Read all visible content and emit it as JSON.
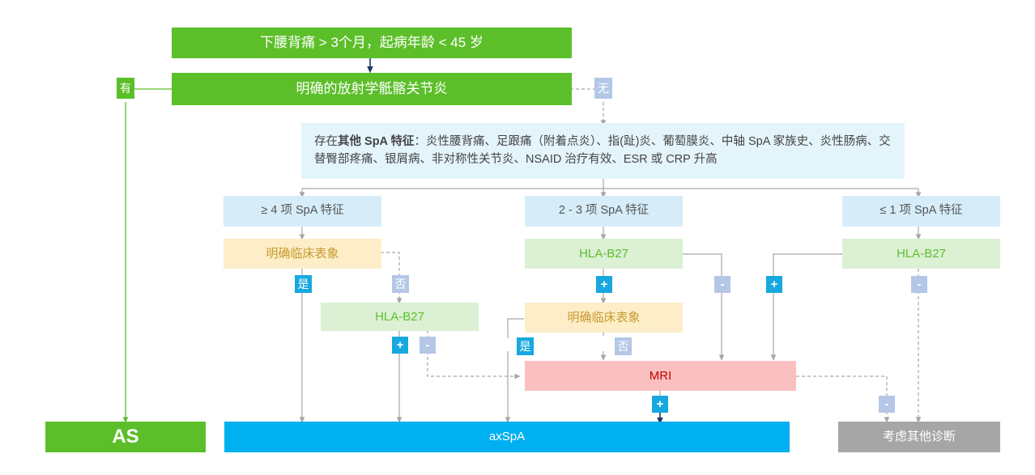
{
  "title": "axSpA diagnostic flowchart",
  "colors": {
    "green": "#5cbf2a",
    "info_bg": "#e4f4fb",
    "lightblue_bg": "#d6edf9",
    "cream_bg": "#fdeec8",
    "cream_text": "#c79a2d",
    "mint_bg": "#dcf0d4",
    "pink_bg": "#fac0c0",
    "pink_text": "#c00000",
    "cyan": "#00b0f0",
    "gray": "#a6a6a6",
    "badge_positive": "#18a8e0",
    "badge_negative": "#b4c7e7",
    "edge_solid": "#a6a6a6",
    "edge_green": "#5cbf2a",
    "edge_navy": "#1f3864"
  },
  "nodes": {
    "start": "下腰背痛 > 3个月，起病年龄 < 45 岁",
    "radiographic_sacroiliitis": "明确的放射学骶髂关节炎",
    "spa_features_prefix": "存在",
    "spa_features_bold": "其他 SpA 特征",
    "spa_features_rest": "：炎性腰背痛、足跟痛（附着点炎）、指(趾)炎、葡萄膜炎、中轴 SpA 家族史、炎性肠病、交替臀部疼痛、银屑病、非对称性关节炎、NSAID 治疗有效、ESR 或 CRP 升高",
    "branch_ge4": "≥ 4 项 SpA 特征",
    "branch_2to3": "2 - 3 项 SpA 特征",
    "branch_le1": "≤ 1 项 SpA 特征",
    "clinical_left": "明确临床表象",
    "clinical_mid": "明确临床表象",
    "hla_left": "HLA-B27",
    "hla_mid": "HLA-B27",
    "hla_right": "HLA-B27",
    "mri": "MRI",
    "as": "AS",
    "axspa": "axSpA",
    "other_dx": "考虑其他诊断"
  },
  "badges": {
    "has": "有",
    "none": "无",
    "yes": "是",
    "no": "否",
    "positive": "+",
    "negative": "-"
  },
  "badge_instances": [
    {
      "id": "has-radiographic",
      "label": "有",
      "kind": "green"
    },
    {
      "id": "no-radiographic",
      "label": "无",
      "kind": "neg"
    },
    {
      "id": "left-clinical-yes",
      "label": "是",
      "kind": "pos"
    },
    {
      "id": "left-clinical-no",
      "label": "否",
      "kind": "neg"
    },
    {
      "id": "left-hla-pos",
      "label": "+",
      "kind": "pos"
    },
    {
      "id": "left-hla-neg",
      "label": "-",
      "kind": "neg"
    },
    {
      "id": "mid-hla-pos",
      "label": "+",
      "kind": "pos"
    },
    {
      "id": "mid-hla-neg",
      "label": "-",
      "kind": "neg"
    },
    {
      "id": "mid-clinical-yes",
      "label": "是",
      "kind": "pos"
    },
    {
      "id": "mid-clinical-no",
      "label": "否",
      "kind": "neg"
    },
    {
      "id": "right-hla-pos",
      "label": "+",
      "kind": "pos"
    },
    {
      "id": "right-hla-neg",
      "label": "-",
      "kind": "neg"
    },
    {
      "id": "mri-pos",
      "label": "+",
      "kind": "pos"
    },
    {
      "id": "mri-neg",
      "label": "-",
      "kind": "neg"
    }
  ]
}
